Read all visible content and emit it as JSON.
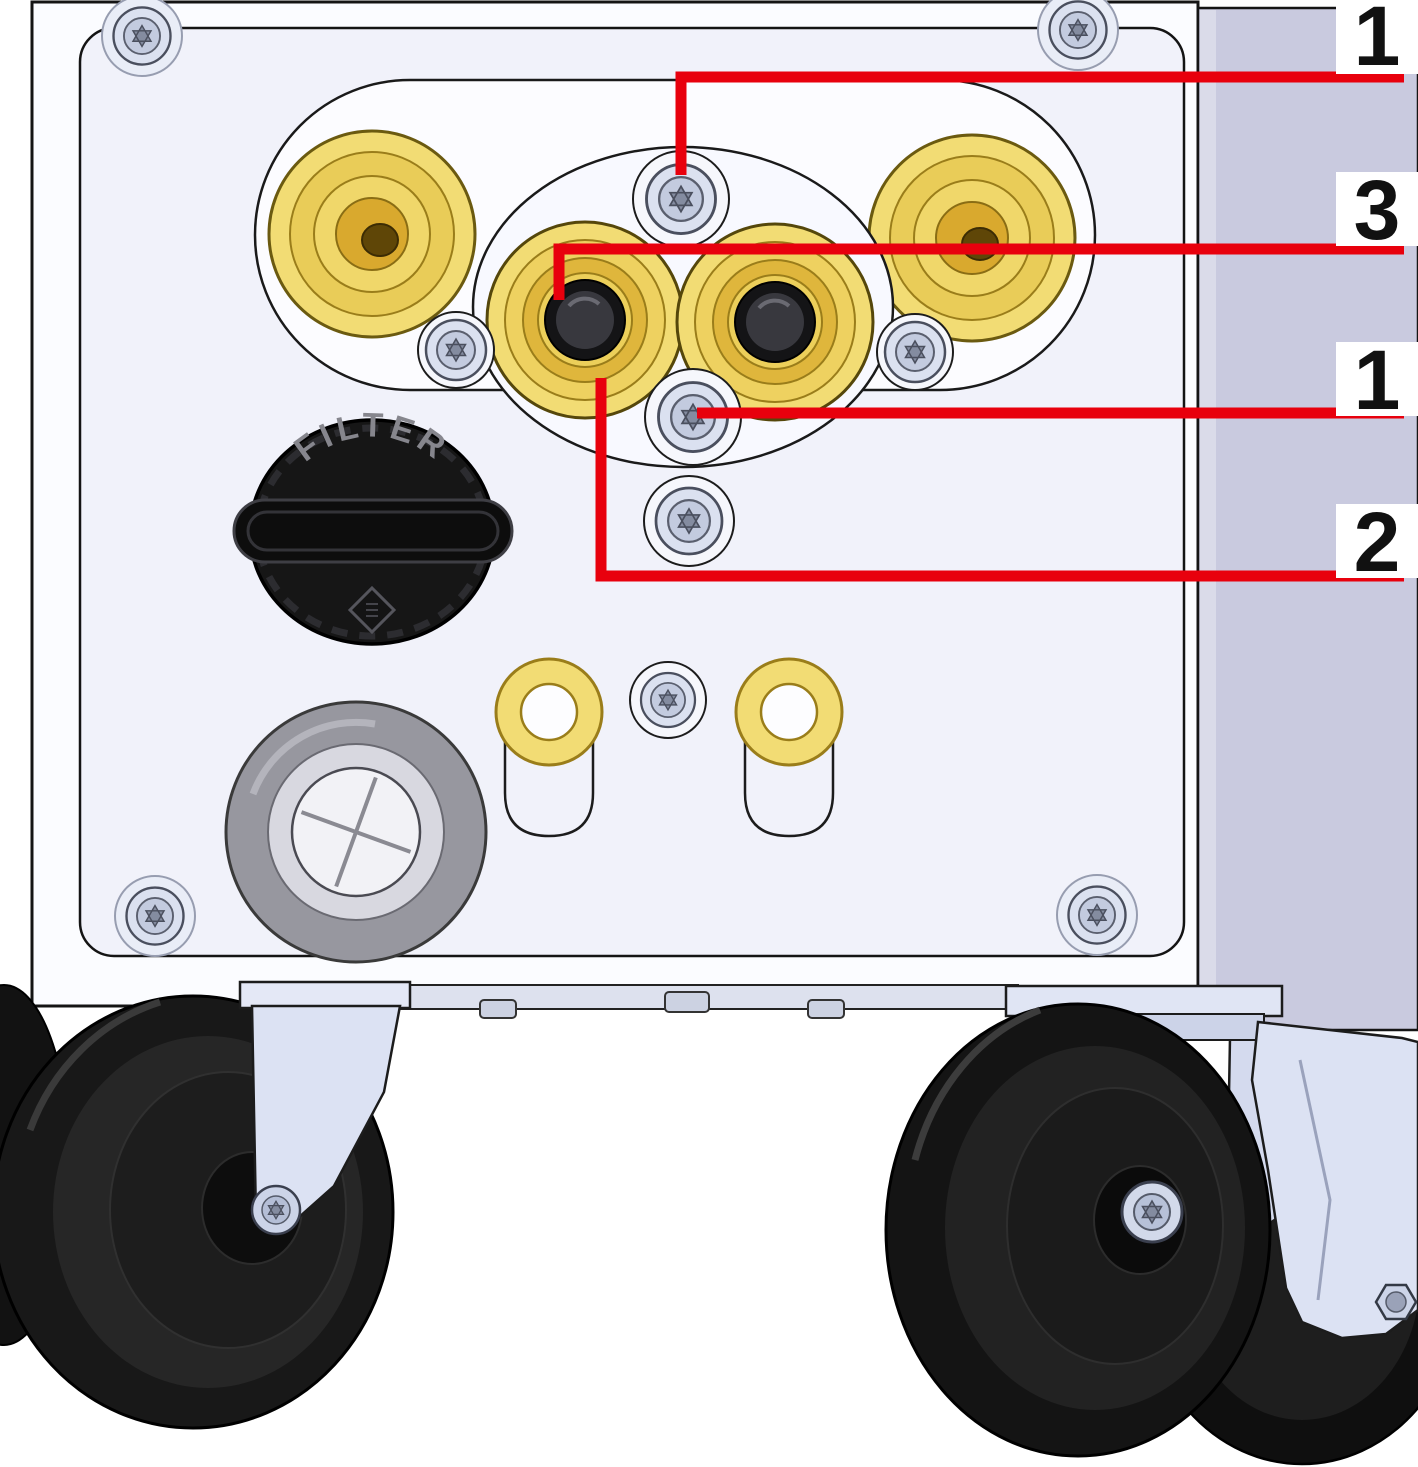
{
  "figure": {
    "kind": "technical-illustration",
    "subject": "machine lower front panel with connectors, filter cap and casters",
    "filter_cap": {
      "label": "FILTER"
    },
    "callouts": [
      {
        "label": "1"
      },
      {
        "label": "3"
      },
      {
        "label": "1"
      },
      {
        "label": "2"
      }
    ],
    "colors": {
      "callout_line": "#e8000d",
      "label_text": "#111111",
      "brass": "#f2dc74",
      "panel_face": "#f1f2fa",
      "side_panel": "#c9cadf",
      "cap_black": "#161616"
    }
  }
}
